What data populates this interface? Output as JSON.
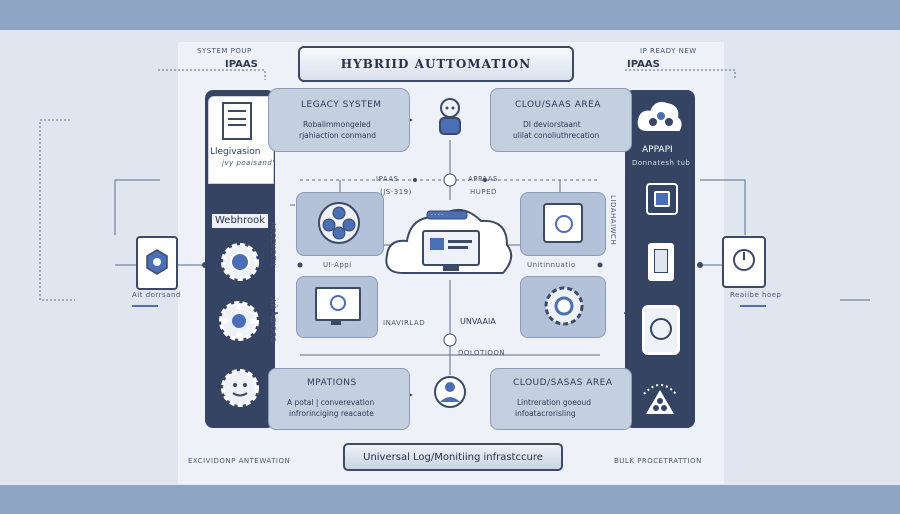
{
  "diagram": {
    "title": "HYBRIID AUTTOMATION",
    "footer": "Universal Log/Monitiing infrastccure",
    "top_left_small": "SYSTEM POUP",
    "top_left_main": "IPAAS",
    "top_right_small": "IP READY NEW",
    "top_right_main": "IPAAS",
    "bottom_left": "EXCIVIDONP ANTEWATION",
    "bottom_right": "BULK PROCETRATTION",
    "left_labels": {
      "legacy": "Llegivasion",
      "legacy_sub": "jvy poaisand'",
      "webhook": "Webhrook",
      "vert_upper": "АСССНОПІІ",
      "vert_lower": "АЙ АДІООЗ",
      "device": "Ait dorrsand"
    },
    "right_labels": {
      "app": "APPAPI",
      "app_sub": "Donnatesh tub",
      "vert": "LIDAHAIWCH",
      "device": "Reaiibe hoep"
    },
    "top_left_box": {
      "title": "LEGACY SYSTEM",
      "line1": "Robalimmongeled",
      "line2": "rjahiaction conmand"
    },
    "top_right_box": {
      "title": "CLOU/SAAS AREA",
      "line1": "DI deviorstaant",
      "line2": "ulilat conoliuthrecation"
    },
    "bottom_left_box": {
      "title": "MPATIONS",
      "line1": "A potal | converevation",
      "line2": "infrorinciging reacaote"
    },
    "bottom_right_box": {
      "title": "CLOUD/SASAS AREA",
      "line1": "Lintreration goeoud",
      "line2": "infoatacrorisling"
    },
    "center": {
      "ipaas_left": "IPAAS",
      "ipaas_left_sub": "(JS-319)",
      "apaas": "APPAAS",
      "apaas_sub": "HUPED",
      "ui_app": "UI-Appi",
      "right_cell": "Unitinnuatio",
      "inavirlad": "INAVIRLAD",
      "unvaaia": "UNVAAIA",
      "dolotion": "DOLOTIOON",
      "server_tag": "- - - -"
    }
  }
}
